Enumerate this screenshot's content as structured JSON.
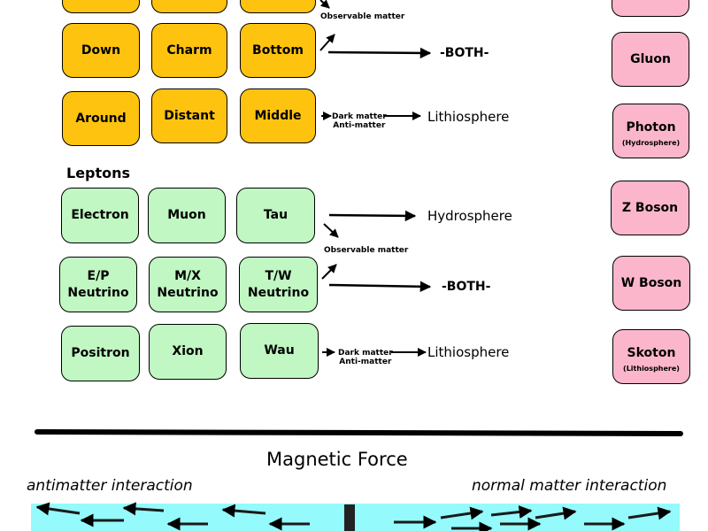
{
  "quarks": {
    "row_top": [
      "",
      "",
      ""
    ],
    "row_down": [
      "Down",
      "Charm",
      "Bottom"
    ],
    "row_dark": [
      "Around",
      "Distant",
      "Middle"
    ]
  },
  "quark_notes": {
    "observable": "Observable matter",
    "both": "-BOTH-",
    "dark_1": "Dark matter",
    "dark_2": "Anti-matter",
    "lithio": "Lithiosphere"
  },
  "leptons": {
    "heading": "Leptons",
    "row_1": [
      "Electron",
      "Muon",
      "Tau"
    ],
    "row_2": [
      {
        "line1": "E/P",
        "line2": "Neutrino"
      },
      {
        "line1": "M/X",
        "line2": "Neutrino"
      },
      {
        "line1": "T/W",
        "line2": "Neutrino"
      }
    ],
    "row_3": [
      "Positron",
      "Xion",
      "Wau"
    ]
  },
  "lepton_notes": {
    "hydro": "Hydrosphere",
    "observable": "Observable matter",
    "both": "-BOTH-",
    "dark_1": "Dark matter",
    "dark_2": "Anti-matter",
    "lithio": "Lithiosphere"
  },
  "bosons": {
    "top": "",
    "gluon": "Gluon",
    "photon": "Photon",
    "photon_sub": "(Hydrosphere)",
    "z": "Z Boson",
    "w": "W Boson",
    "skoton": "Skoton",
    "skoton_sub": "(Lithiosphere)"
  },
  "magnetic": {
    "title": "Magnetic Force",
    "left": "antimatter interaction",
    "right": "normal matter interaction"
  },
  "colors": {
    "quark": "#fec30f",
    "lepton": "#c0f7c2",
    "boson": "#fbb6cc",
    "band": "#94fafb"
  }
}
